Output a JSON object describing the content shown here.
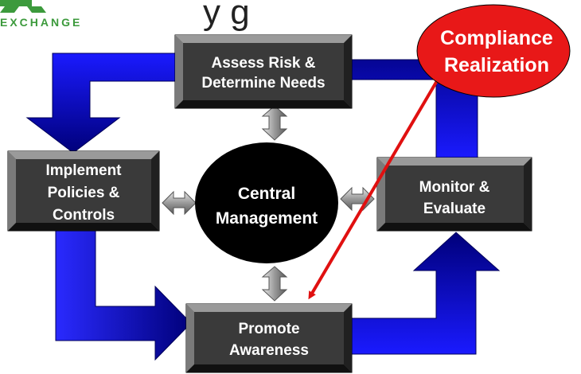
{
  "header": {
    "logo_text": "EXCHANGE",
    "title_fragment": "y                 g"
  },
  "nodes": {
    "assess": [
      "Assess Risk &",
      "Determine Needs"
    ],
    "implement": [
      "Implement",
      "Policies &",
      "Controls"
    ],
    "central": [
      "Central",
      "Management"
    ],
    "monitor": [
      "Monitor &",
      "Evaluate"
    ],
    "promote": [
      "Promote",
      "Awareness"
    ]
  },
  "callout": [
    "Compliance",
    "Realization"
  ],
  "colors": {
    "arrow_dark": "#00007a",
    "arrow_light": "#2a2aff",
    "box_fill": "#3a3a3a",
    "center_fill": "#000000",
    "callout_fill": "#e81818",
    "pointer": "#e01010",
    "connector": "#a9a9a9"
  }
}
